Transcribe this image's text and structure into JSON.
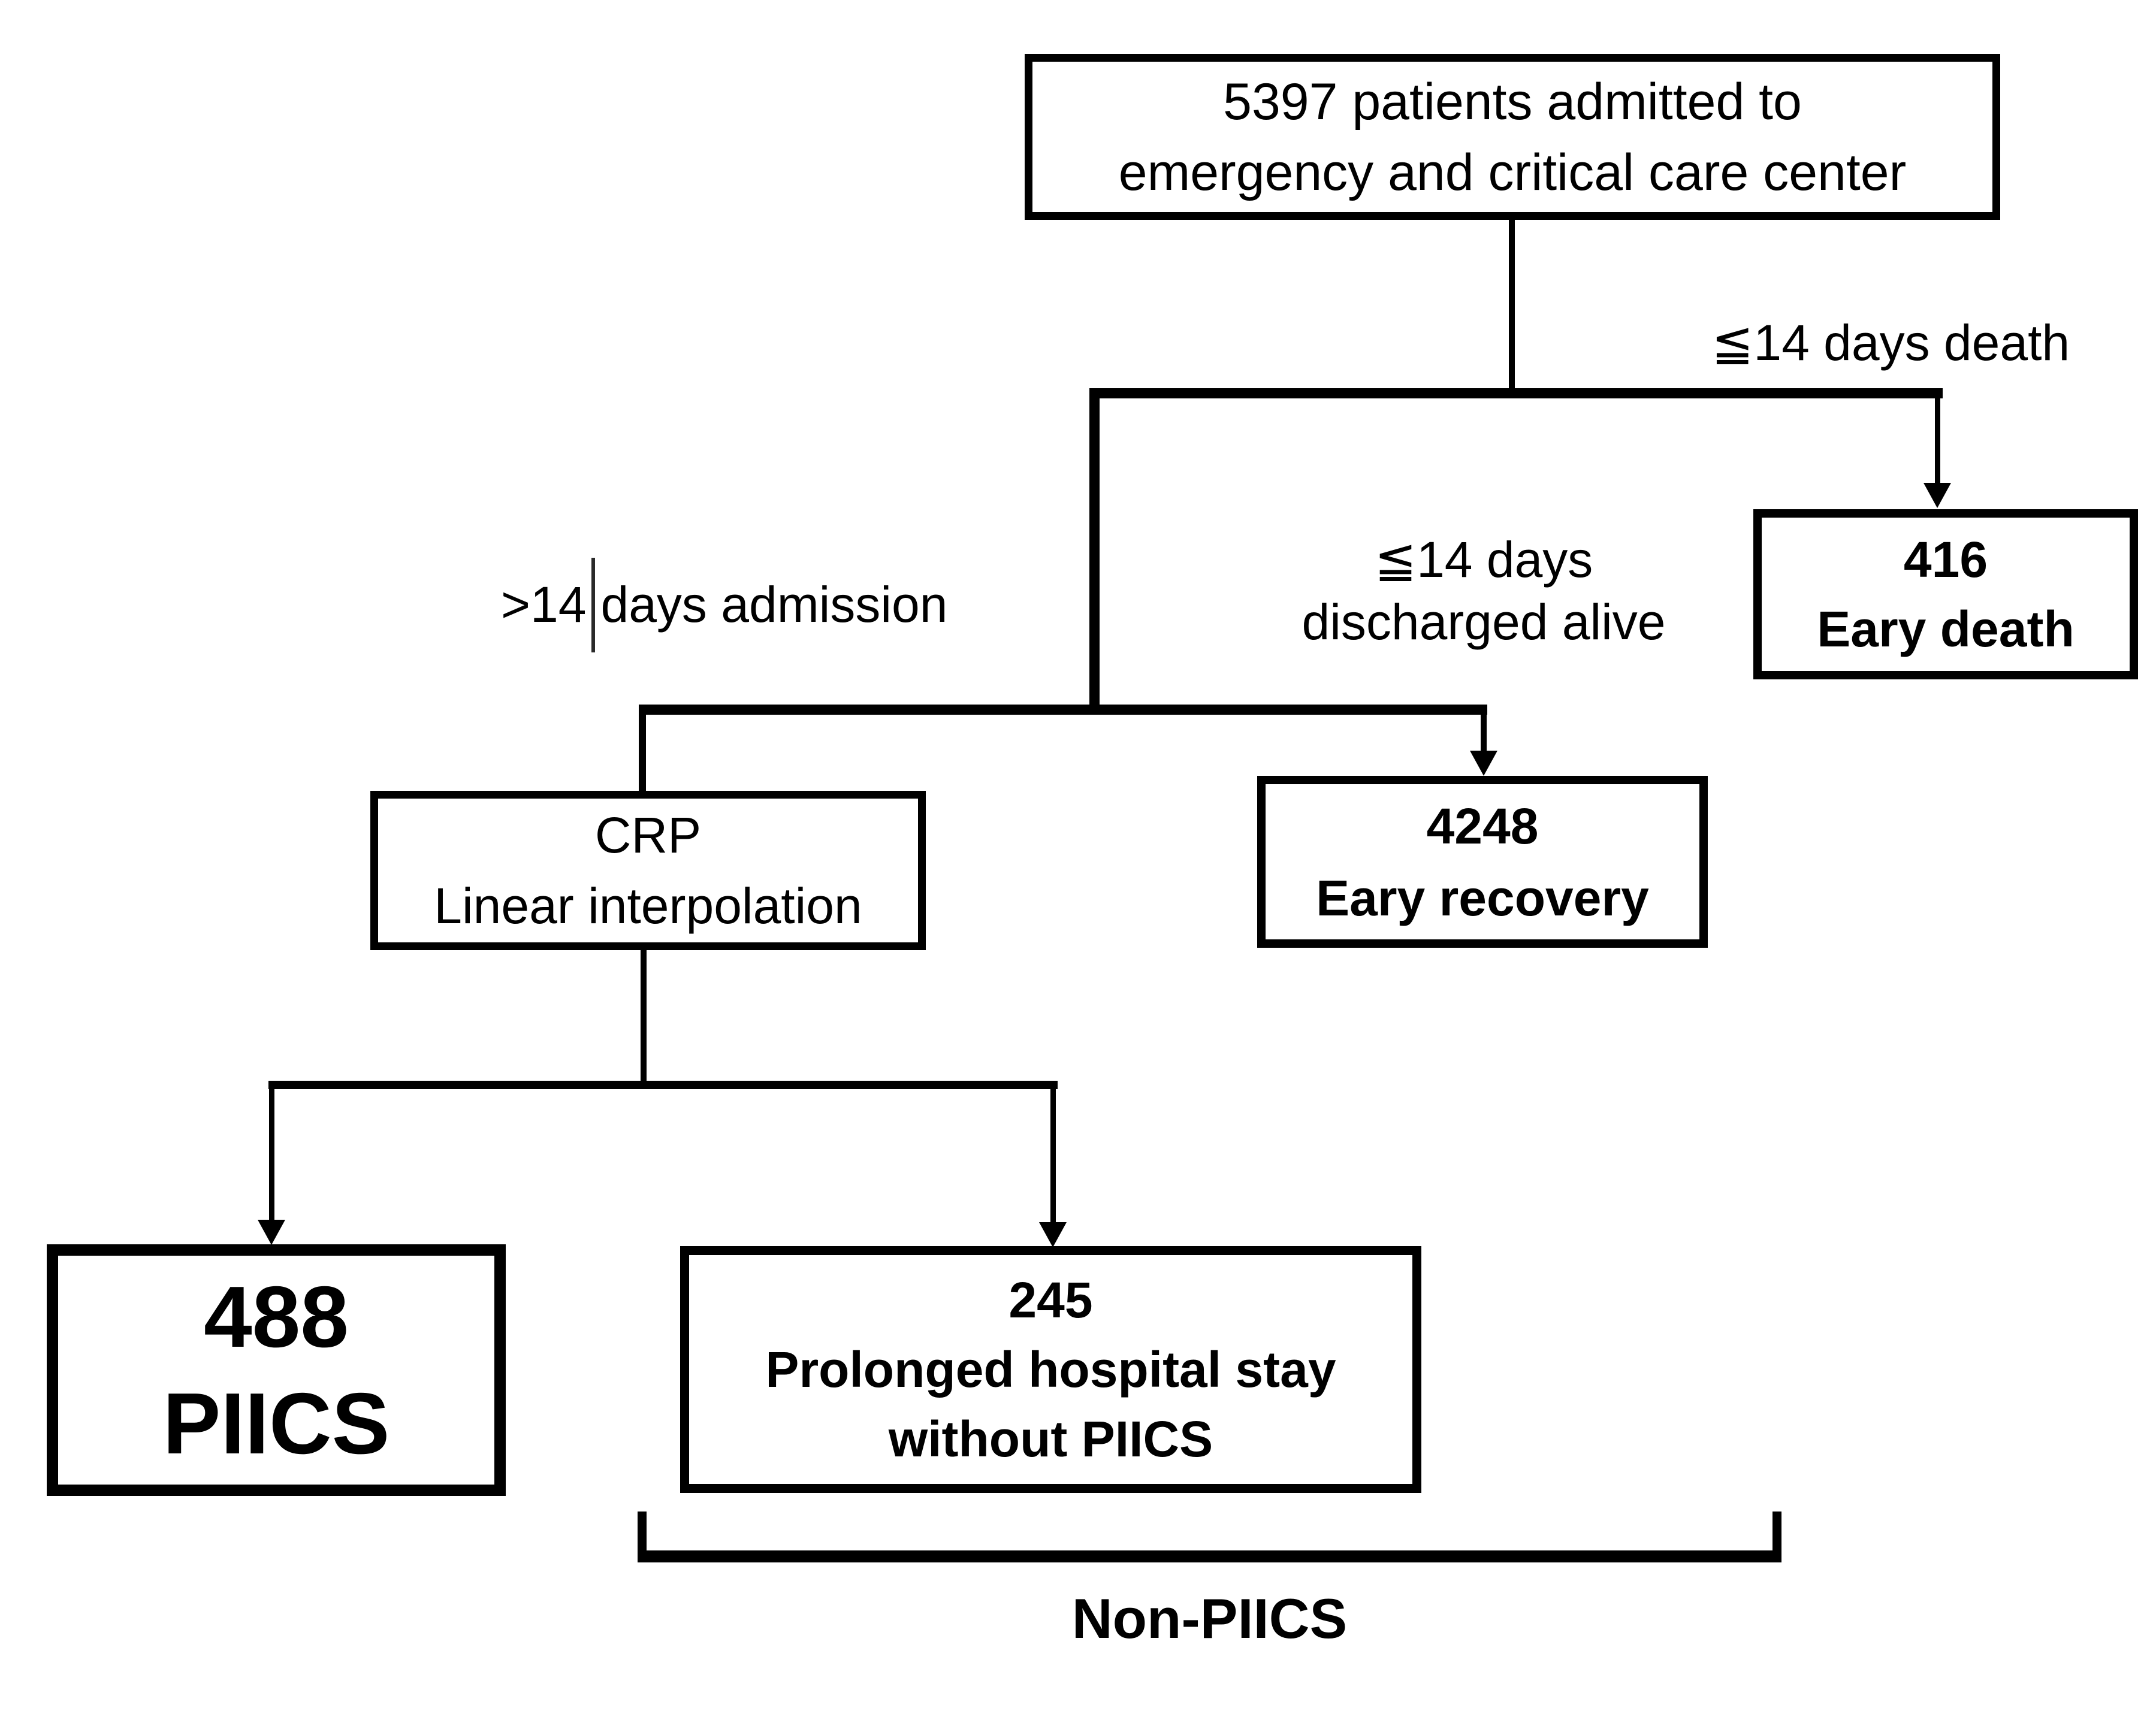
{
  "palette": {
    "ink": "#000000",
    "paper": "#ffffff"
  },
  "nodes": {
    "admitted": {
      "line1": "5397 patients admitted to",
      "line2": "emergency and critical care center"
    },
    "early_death": {
      "count": "416",
      "name": "Eary death"
    },
    "crp": {
      "line1": "CRP",
      "line2": "Linear interpolation"
    },
    "early_recovery": {
      "count": "4248",
      "name": "Eary recovery"
    },
    "piics": {
      "count": "488",
      "name": "PIICS"
    },
    "prolonged": {
      "count": "245",
      "line1": "Prolonged hospital stay",
      "line2": "without PIICS"
    }
  },
  "branch_labels": {
    "early_death": "≦14 days death",
    "discharged_line1": "≦14 days",
    "discharged_line2": "discharged alive",
    "admission_before_caret": ">14",
    "admission_after_caret": "days admission"
  },
  "bracket": {
    "label": "Non-PIICS"
  }
}
